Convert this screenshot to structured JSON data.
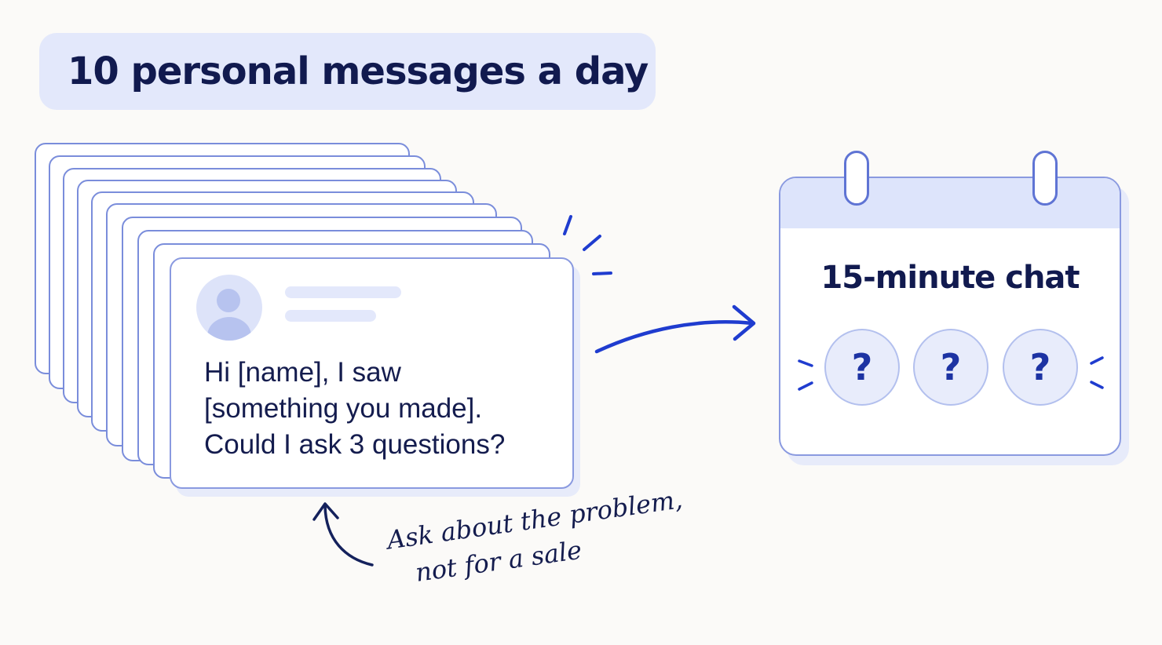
{
  "title": "10 personal messages a day",
  "message": {
    "line1": "Hi [name], I saw",
    "line2": "[something you made].",
    "line3": "Could I ask 3 questions?"
  },
  "calendar": {
    "title": "15-minute chat",
    "questions": [
      "?",
      "?",
      "?"
    ]
  },
  "note": {
    "line1": "Ask about the problem,",
    "line2": "not for a sale"
  },
  "colors": {
    "accent": "#1f3ccf",
    "card_border": "#8a9ae0",
    "pill_bg": "#e3e8fb",
    "text_dark": "#111a4f"
  },
  "icons": [
    "avatar-icon",
    "calendar-icon",
    "question-icon",
    "curved-arrow-icon",
    "sparkle-icon"
  ]
}
